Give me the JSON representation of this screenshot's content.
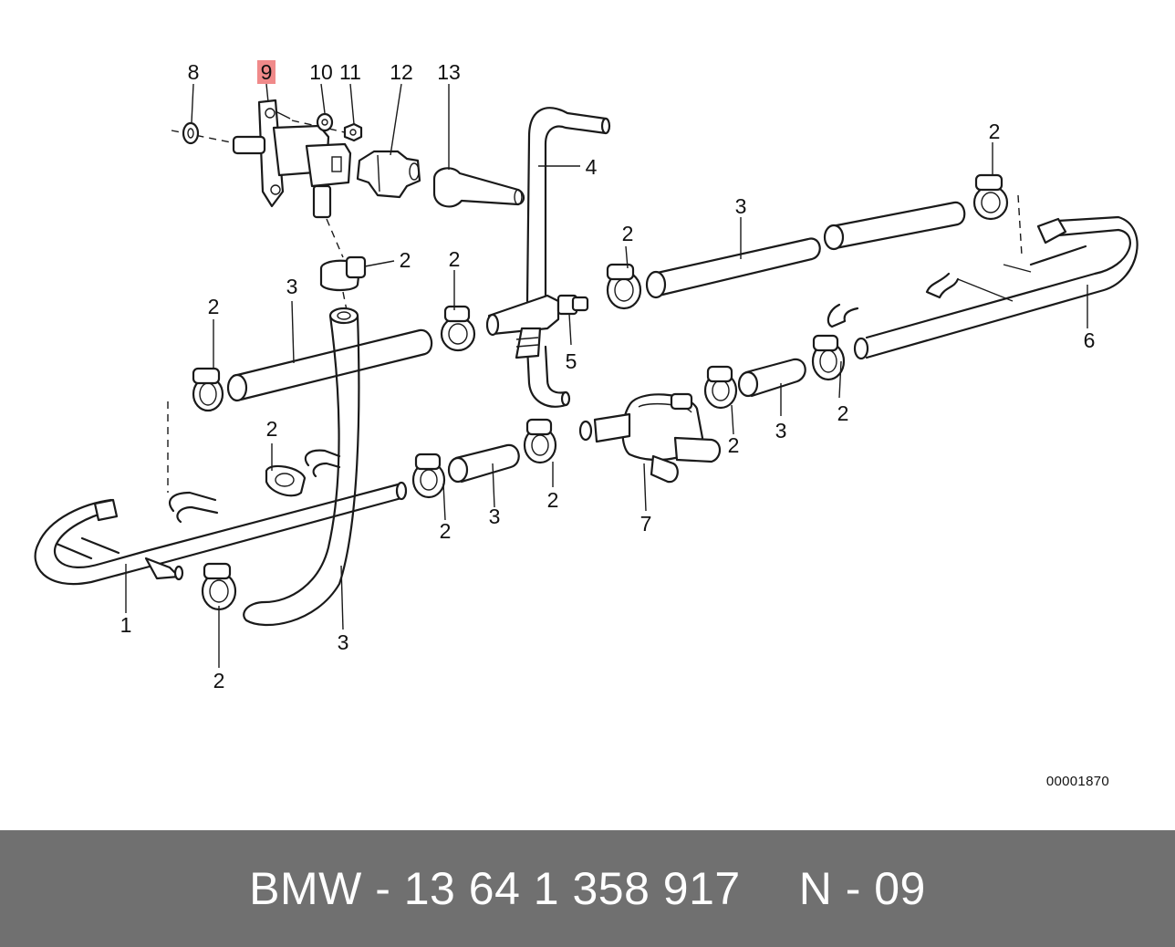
{
  "diagram": {
    "highlight_color": "#f08a8a",
    "callouts": [
      {
        "id": "c8",
        "text": "8"
      },
      {
        "id": "c9",
        "text": "9",
        "highlighted": true
      },
      {
        "id": "c10",
        "text": "10"
      },
      {
        "id": "c11",
        "text": "11"
      },
      {
        "id": "c12",
        "text": "12"
      },
      {
        "id": "c13",
        "text": "13"
      },
      {
        "id": "c4",
        "text": "4"
      },
      {
        "id": "c2a",
        "text": "2"
      },
      {
        "id": "c2b",
        "text": "2"
      },
      {
        "id": "c2c",
        "text": "2"
      },
      {
        "id": "c3a",
        "text": "3"
      },
      {
        "id": "c2d",
        "text": "2"
      },
      {
        "id": "c2e",
        "text": "2"
      },
      {
        "id": "c3b",
        "text": "3"
      },
      {
        "id": "c5",
        "text": "5"
      },
      {
        "id": "c6",
        "text": "6"
      },
      {
        "id": "c2f",
        "text": "2"
      },
      {
        "id": "c2g",
        "text": "2"
      },
      {
        "id": "c3c",
        "text": "3"
      },
      {
        "id": "c2h",
        "text": "2"
      },
      {
        "id": "c2i",
        "text": "2"
      },
      {
        "id": "c3d",
        "text": "3"
      },
      {
        "id": "c2j",
        "text": "2"
      },
      {
        "id": "c7",
        "text": "7"
      },
      {
        "id": "c1",
        "text": "1"
      },
      {
        "id": "c2k",
        "text": "2"
      },
      {
        "id": "c3e",
        "text": "3"
      }
    ],
    "drawing_code": "00001870"
  },
  "footer": {
    "part_text": "BMW - 13 64 1 358 917",
    "position_text": "N - 09"
  }
}
